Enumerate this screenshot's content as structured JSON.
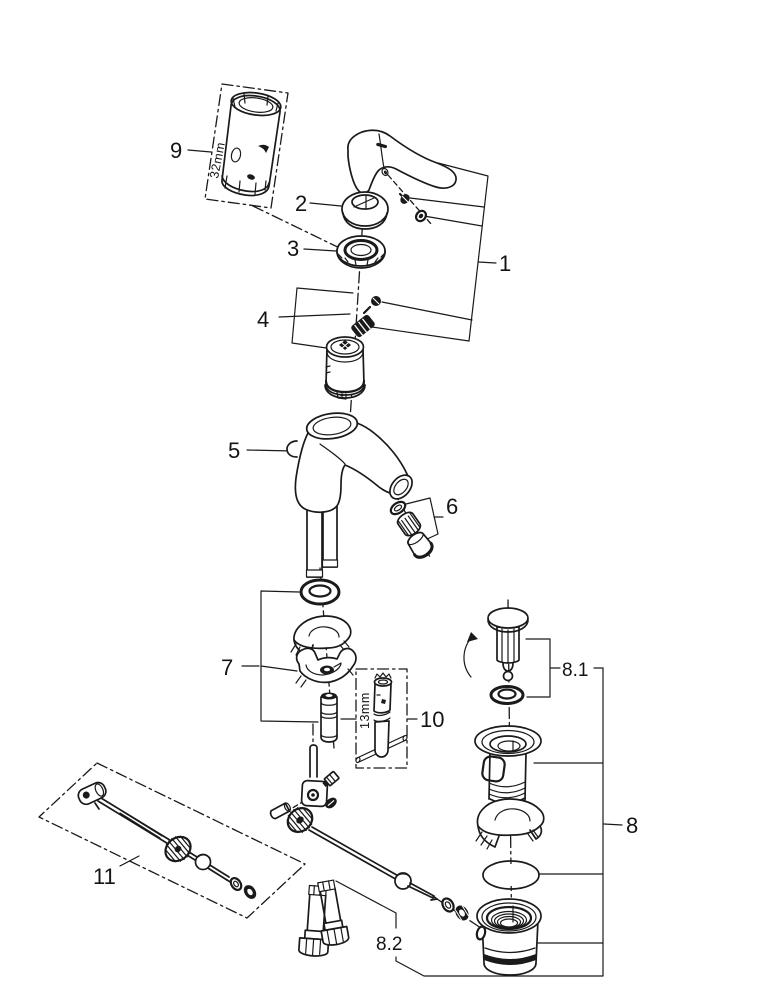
{
  "page": {
    "background": "#ffffff",
    "line_color": "#1a1a1a"
  },
  "diagram": {
    "type": "exploded-parts-diagram",
    "callouts": {
      "c1": "1",
      "c2": "2",
      "c3": "3",
      "c4": "4",
      "c5": "5",
      "c6": "6",
      "c7": "7",
      "c8": "8",
      "c8_1": "8.1",
      "c8_2": "8.2",
      "c9": "9",
      "c10": "10",
      "c11": "11"
    },
    "dimensions": {
      "tool_9": "32mm",
      "tool_10": "13mm"
    }
  }
}
